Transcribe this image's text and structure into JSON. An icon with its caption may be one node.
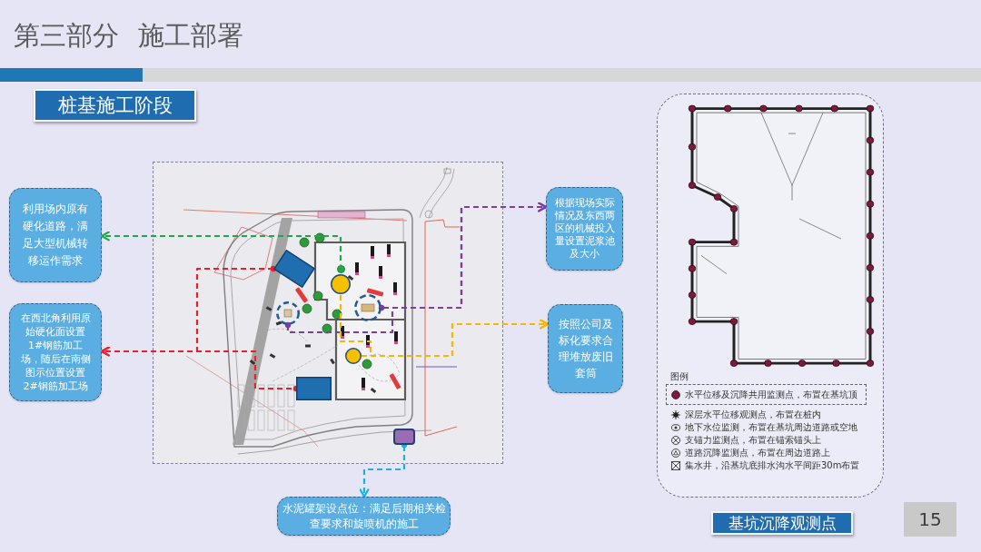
{
  "diagram": {
    "title": "第三部分 施工部署",
    "nodes": [
      {
        "text": [
          "桩基施工阶段"
        ]
      },
      {
        "text": [
          "利用场内原有硬化道路，满足大型机械转移运作需求"
        ]
      },
      {
        "text": [
          "在西北角利用原始硬化面设置1#钢筋加工场，随后在南侧图示位置设置2#钢筋加工场"
        ]
      },
      {
        "text": [
          "根据现场实际情况及东西两区的机械投入量设置泥浆池及大小"
        ]
      },
      {
        "text": [
          "按照公司及标化要求合理堆放废旧套筒"
        ]
      },
      {
        "text": [
          "水泥罐架设点位：满足后期相关检查要求和旋喷机的施工"
        ]
      },
      {
        "text": [
          "基坑沉降观测点"
        ]
      },
      {
        "text": [],
        "shape": "circle"
      },
      {
        "text": [],
        "shape": "box"
      },
      {
        "text": [],
        "shape": "box"
      },
      {
        "text": [],
        "shape": "circle"
      },
      {
        "text": [],
        "shape": "circle"
      },
      {
        "text": [],
        "shape": "circle"
      },
      {
        "text": [],
        "shape": "circle"
      },
      {
        "text": [],
        "shape": "box"
      }
    ],
    "edges": [
      {
        "from": 7,
        "to": 1,
        "arrow": "to",
        "style": "dashed",
        "color": "#1fa84a"
      },
      {
        "from": 8,
        "to": 2,
        "arrow": "to",
        "style": "dashed",
        "color": "#e8202a"
      },
      {
        "from": 9,
        "to": 2,
        "arrow": "to",
        "style": "dashed",
        "color": "#e8202a"
      },
      {
        "from": 10,
        "to": 3,
        "arrow": "to",
        "style": "dashed",
        "color": "#7b3fa0"
      },
      {
        "from": 11,
        "to": 3,
        "arrow": "to",
        "style": "dashed",
        "color": "#7b3fa0"
      },
      {
        "from": 12,
        "to": 4,
        "arrow": "to",
        "style": "dashed",
        "color": "#f5b800"
      },
      {
        "from": 13,
        "to": 4,
        "arrow": "to",
        "style": "dashed",
        "color": "#f5b800"
      },
      {
        "from": 14,
        "to": 5,
        "arrow": "to",
        "style": "dashed",
        "color": "#1ab0e8"
      }
    ],
    "labels": [
      "图例",
      "15"
    ],
    "legend": [
      {
        "text": "水平位移及沉降共用监测点，布置在基坑顶"
      },
      {
        "text": "深层水平位移观测点，布置在桩内"
      },
      {
        "text": "地下水位监测，布置在基坑周边道路或空地"
      },
      {
        "text": "支锚力监测点，布置在锚索锚头上"
      },
      {
        "text": "道路沉降监测点，布置在周边道路上"
      },
      {
        "text": "集水井，沿基坑底排水沟水平间距30m布置"
      }
    ]
  }
}
